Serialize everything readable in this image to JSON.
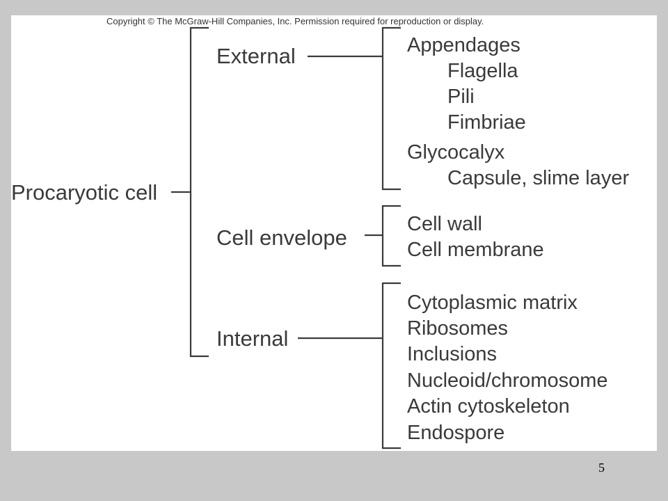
{
  "copyright": "Copyright © The McGraw-Hill Companies, Inc. Permission required for reproduction or display.",
  "diagram": {
    "root": "Procaryotic cell",
    "groups": [
      {
        "label": "External",
        "items": [
          "Appendages",
          "Flagella",
          "Pili",
          "Fimbriae",
          "Glycocalyx",
          "Capsule, slime layer"
        ]
      },
      {
        "label": "Cell envelope",
        "items": [
          "Cell wall",
          "Cell membrane"
        ]
      },
      {
        "label": "Internal",
        "items": [
          "Cytoplasmic matrix",
          "Ribosomes",
          "Inclusions",
          "Nucleoid/chromosome",
          "Actin cytoskeleton",
          "Endospore"
        ]
      }
    ]
  },
  "page_number": "5"
}
